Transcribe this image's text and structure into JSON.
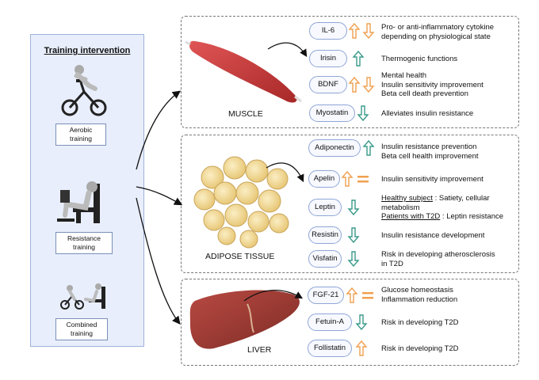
{
  "training": {
    "title": "Training intervention",
    "items": [
      {
        "label_line1": "Aerobic",
        "label_line2": "training"
      },
      {
        "label_line1": "Resistance",
        "label_line2": "training"
      },
      {
        "label_line1": "Combined",
        "label_line2": "training"
      }
    ]
  },
  "sections": {
    "muscle": {
      "name": "MUSCLE",
      "rows": [
        {
          "label": "IL-6",
          "arrows": [
            "up",
            "down"
          ],
          "desc": [
            "Pro- or anti-inflammatory cytokine",
            "depending on physiological state"
          ]
        },
        {
          "label": "Irisin",
          "arrows": [
            "up"
          ],
          "desc": [
            "Thermogenic functions"
          ]
        },
        {
          "label": "BDNF",
          "arrows": [
            "up",
            "down"
          ],
          "desc": [
            "Mental health",
            "Insulin sensitivity improvement",
            "Beta cell death prevention"
          ]
        },
        {
          "label": "Myostatin",
          "arrows": [
            "down"
          ],
          "desc": [
            "Alleviates insulin resistance"
          ]
        }
      ]
    },
    "adipose": {
      "name": "ADIPOSE TISSUE",
      "rows": [
        {
          "label": "Adiponectin",
          "arrows": [
            "up"
          ],
          "desc": [
            "Insulin resistance prevention",
            "Beta cell health improvement"
          ]
        },
        {
          "label": "Apelin",
          "arrows": [
            "up",
            "equal"
          ],
          "desc": [
            "Insulin sensitivity improvement"
          ]
        },
        {
          "label": "Leptin",
          "arrows": [
            "down"
          ],
          "healthy_label": "Healthy subject",
          "healthy_text": ": Satiety, cellular",
          "healthy_text2": "metabolism",
          "t2d_label": "Patients with T2D",
          "t2d_text": ": Leptin resistance"
        },
        {
          "label": "Resistin",
          "arrows": [
            "down"
          ],
          "desc": [
            "Insulin resistance development"
          ]
        },
        {
          "label": "Visfatin",
          "arrows": [
            "down"
          ],
          "desc": [
            "Risk in developing atherosclerosis",
            "in T2D"
          ]
        }
      ]
    },
    "liver": {
      "name": "LIVER",
      "rows": [
        {
          "label": "FGF-21",
          "arrows": [
            "up",
            "equal"
          ],
          "desc": [
            "Glucose homeostasis",
            "Inflammation reduction"
          ]
        },
        {
          "label": "Fetuin-A",
          "arrows": [
            "down"
          ],
          "desc": [
            "Risk in developing T2D"
          ]
        },
        {
          "label": "Follistatin",
          "arrows": [
            "up"
          ],
          "desc": [
            "Risk in developing T2D"
          ]
        }
      ]
    }
  },
  "colors": {
    "panel_bg": "#e8eefb",
    "panel_border": "#9fb3da",
    "arrow_up": "#f0a050",
    "arrow_down": "#3a9a8a",
    "equal_sign": "#f0a050",
    "muscle": "#c83a3a",
    "fat": "#f3dca0",
    "liver": "#9e3b34"
  }
}
